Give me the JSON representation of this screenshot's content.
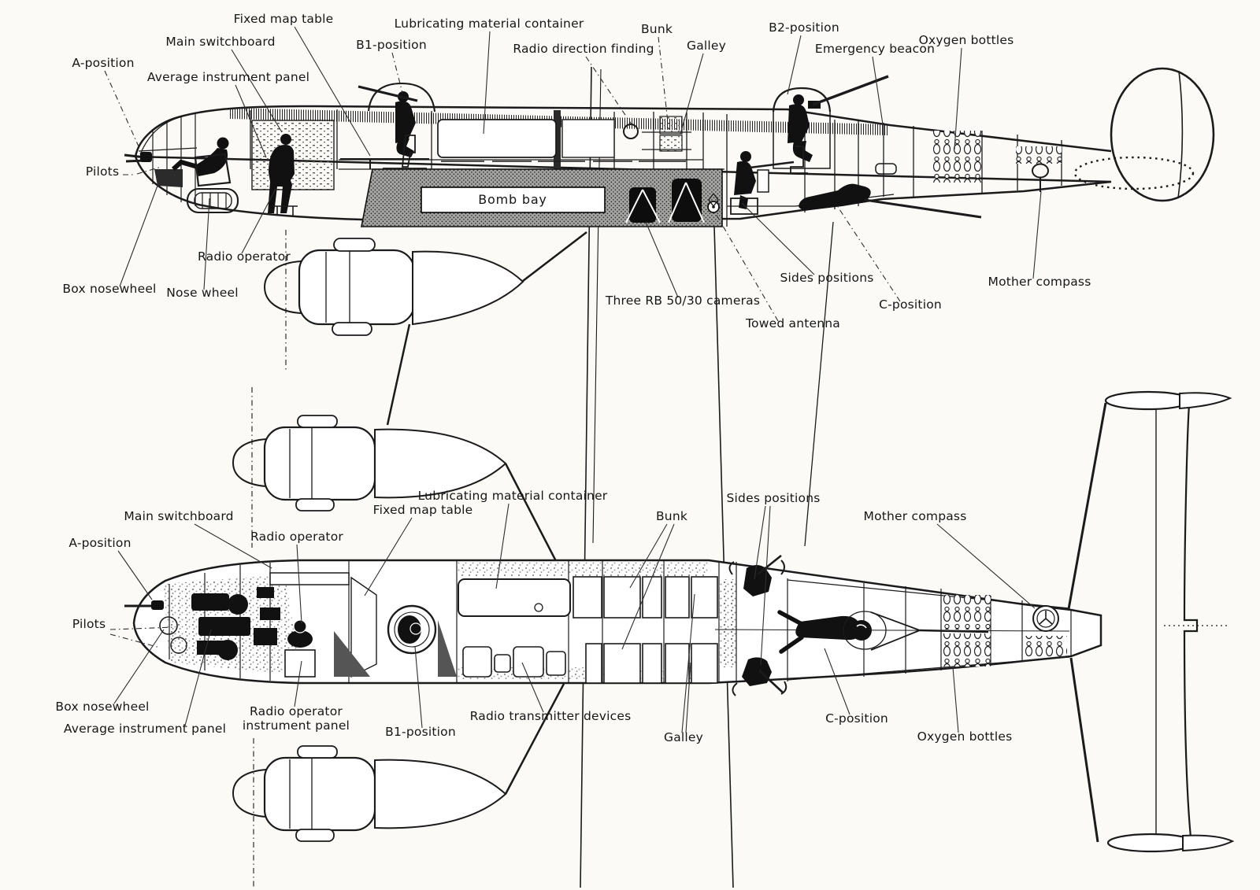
{
  "diagram": {
    "subject": "bomber-aircraft-crew-stations-cutaway",
    "paper_color": "#fbfaf6",
    "ink_color": "#1b1b1b",
    "views": [
      {
        "id": "side",
        "name": "Side cutaway view"
      },
      {
        "id": "plan",
        "name": "Top plan view"
      }
    ]
  },
  "side_labels": {
    "fixed_map_table": "Fixed map table",
    "main_switchboard": "Main switchboard",
    "a_position": "A-position",
    "average_instrument_panel": "Average instrument panel",
    "b1_position": "B1-position",
    "lubricating_material_container": "Lubricating material container",
    "radio_direction_finding": "Radio direction finding",
    "bunk": "Bunk",
    "galley": "Galley",
    "b2_position": "B2-position",
    "emergency_beacon": "Emergency beacon",
    "oxygen_bottles": "Oxygen bottles",
    "pilots": "Pilots",
    "box_nosewheel": "Box nosewheel",
    "nose_wheel": "Nose wheel",
    "radio_operator": "Radio operator",
    "bomb_bay": "Bomb bay",
    "three_cameras": "Three RB 50/30 cameras",
    "towed_antenna": "Towed antenna",
    "sides_positions": "Sides positions",
    "c_position": "C-position",
    "mother_compass": "Mother compass"
  },
  "plan_labels": {
    "lubricating_material_container": "Lubricating material container",
    "fixed_map_table": "Fixed map table",
    "main_switchboard": "Main switchboard",
    "radio_operator": "Radio operator",
    "a_position": "A-position",
    "bunk": "Bunk",
    "sides_positions": "Sides positions",
    "mother_compass": "Mother compass",
    "pilots": "Pilots",
    "box_nosewheel": "Box nosewheel",
    "average_instrument_panel": "Average instrument panel",
    "radio_operator_instrument_panel_line1": "Radio operator",
    "radio_operator_instrument_panel_line2": "instrument panel",
    "b1_position": "B1-position",
    "radio_transmitter_devices": "Radio transmitter devices",
    "galley": "Galley",
    "c_position": "C-position",
    "oxygen_bottles": "Oxygen bottles"
  }
}
